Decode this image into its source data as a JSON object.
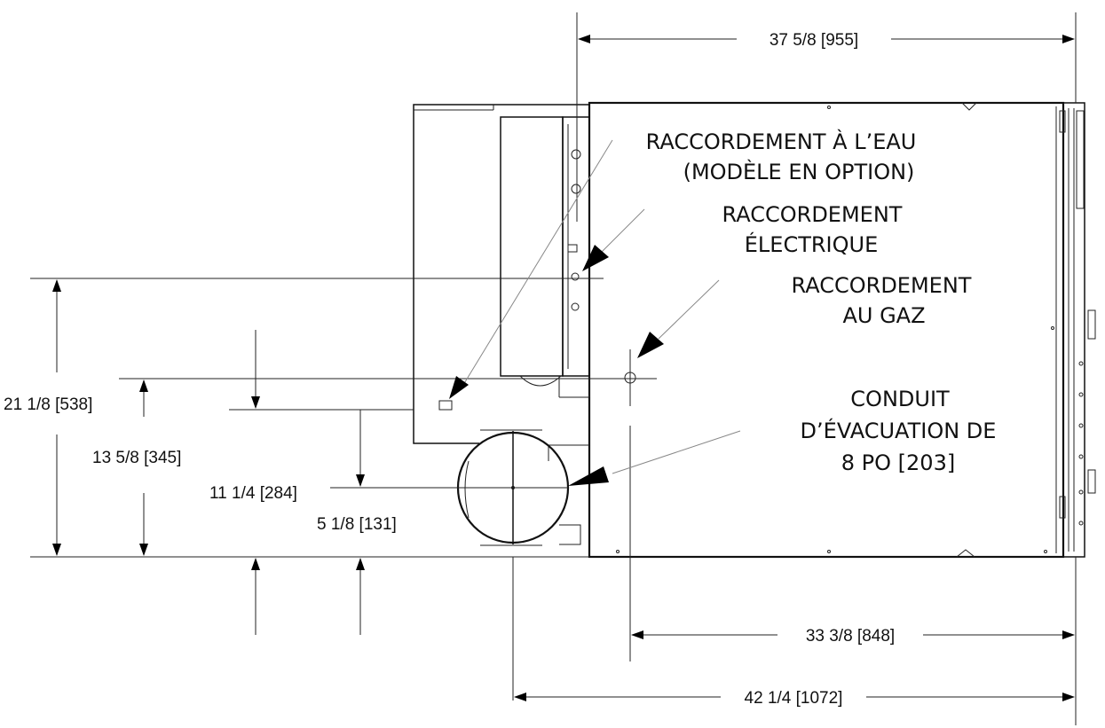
{
  "dimensions": {
    "top_width": "37 5/8 [955]",
    "bottom_inner_width": "33 3/8 [848]",
    "bottom_total_width": "42 1/4 [1072]",
    "left_height_total": "21 1/8 [538]",
    "left_height_mid": "13 5/8 [345]",
    "left_height_vent": "11 1/4 [284]",
    "left_height_small": "5 1/8 [131]"
  },
  "callouts": {
    "water": [
      "RACCORDEMENT À L’EAU",
      "(MODÈLE EN OPTION)"
    ],
    "electrical": [
      "RACCORDEMENT",
      "ÉLECTRIQUE"
    ],
    "gas": [
      "RACCORDEMENT",
      "AU GAZ"
    ],
    "vent": [
      "CONDUIT",
      "D’ÉVACUATION DE",
      "8 PO [203]"
    ]
  }
}
